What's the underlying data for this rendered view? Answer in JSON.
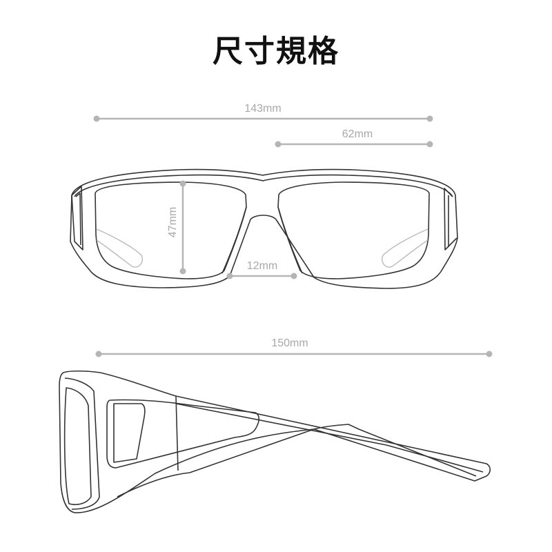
{
  "title": "尺寸規格",
  "dimensions": {
    "total_width": "143mm",
    "lens_width": "62mm",
    "lens_height": "47mm",
    "bridge_width": "12mm",
    "temple_length": "150mm"
  },
  "colors": {
    "dimension_line": "#b5b5b5",
    "outline": "#333333"
  }
}
